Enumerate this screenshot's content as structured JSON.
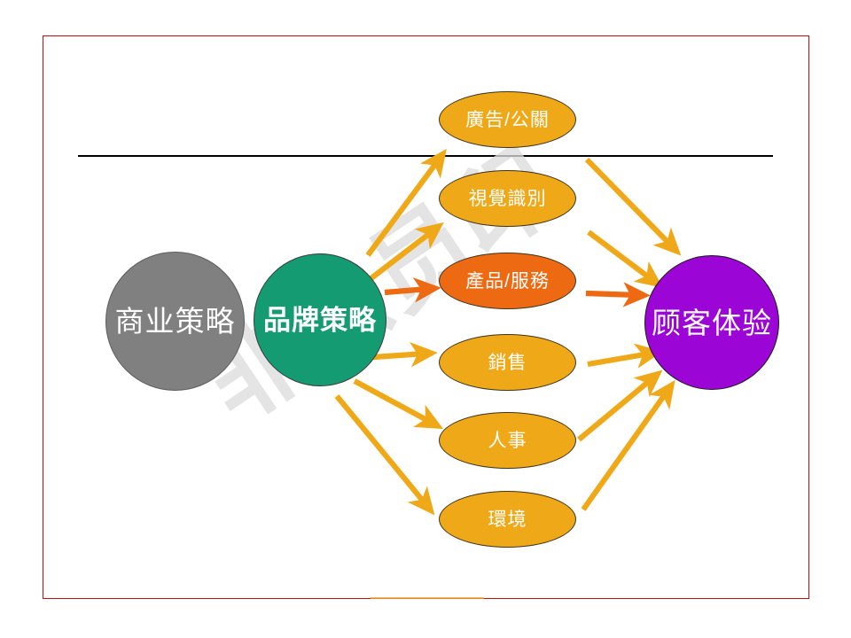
{
  "slide": {
    "frame_color": "#c00d18",
    "background": "#ffffff",
    "rule_color": "#000000",
    "watermark": "非公员印"
  },
  "diagram": {
    "type": "flow",
    "left_nodes": [
      {
        "id": "business",
        "label": "商业策略",
        "shape": "circle",
        "color": "#808080",
        "text_color": "#ffffff"
      },
      {
        "id": "brand",
        "label": "品牌策略",
        "shape": "circle",
        "color": "#159b72",
        "text_color": "#ffffff"
      }
    ],
    "middle_nodes": [
      {
        "id": "advertising",
        "label": "廣告/公關",
        "shape": "ellipse",
        "color": "#efa918",
        "text_color": "#ffffff"
      },
      {
        "id": "visual-identity",
        "label": "視覺識別",
        "shape": "ellipse",
        "color": "#efa918",
        "text_color": "#ffffff"
      },
      {
        "id": "product-service",
        "label": "產品/服務",
        "shape": "ellipse",
        "color": "#ee6a12",
        "text_color": "#ffffff"
      },
      {
        "id": "sales",
        "label": "銷售",
        "shape": "ellipse",
        "color": "#efa918",
        "text_color": "#ffffff"
      },
      {
        "id": "hr",
        "label": "人事",
        "shape": "ellipse",
        "color": "#efa918",
        "text_color": "#ffffff"
      },
      {
        "id": "environment",
        "label": "環境",
        "shape": "ellipse",
        "color": "#efa918",
        "text_color": "#ffffff"
      }
    ],
    "right_nodes": [
      {
        "id": "experience",
        "label": "顾客体验",
        "shape": "circle",
        "color": "#9b05d6",
        "text_color": "#ffffff"
      }
    ],
    "arrow_colors": {
      "normal": "#efa918",
      "accent": "#ee6a12"
    }
  }
}
